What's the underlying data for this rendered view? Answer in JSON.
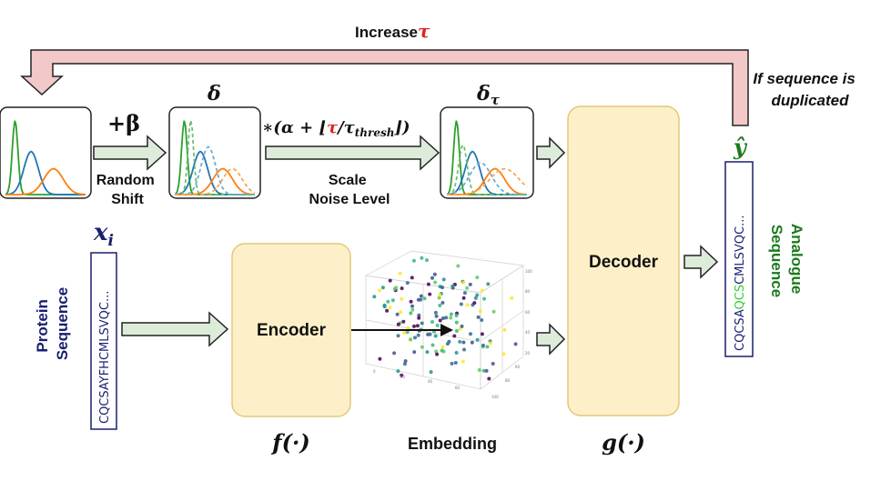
{
  "feedback": {
    "increase_label": "Increase",
    "tau_symbol": "τ",
    "condition_line1": "If sequence is",
    "condition_line2": "duplicated"
  },
  "noise": {
    "plus_beta": "+β",
    "random_shift_line1": "Random",
    "random_shift_line2": "Shift",
    "delta": "δ",
    "delta_tau_main": "δ",
    "delta_tau_sub": "τ",
    "scale_formula_prefix": "∗(α + ⌊",
    "scale_formula_tau": "τ",
    "scale_formula_suffix": "/τ",
    "scale_formula_sub": "thresh",
    "scale_formula_close": "⌋)",
    "scale_line1": "Scale",
    "scale_line2": "Noise Level"
  },
  "input": {
    "x_main": "x",
    "x_sub": "i",
    "sequence": "CQCSAYFHCMLSVQC...",
    "label_line1": "Protein",
    "label_line2": "Sequence"
  },
  "encoder": {
    "label": "Encoder",
    "func": "f(·)"
  },
  "embedding": {
    "label": "Embedding"
  },
  "decoder": {
    "label": "Decoder",
    "func": "g(·)"
  },
  "output": {
    "y_hat": "ŷ",
    "seq_prefix": "CQCSA",
    "seq_highlight": "QCS",
    "seq_suffix": "CMLSVQC...",
    "label_line1": "Analogue",
    "label_line2": "Sequence"
  },
  "colors": {
    "arrow_fill": "#dcecd8",
    "feedback_fill": "#f2c8c8",
    "block_fill": "#fdf0c8",
    "block_stroke": "#e3c77a",
    "tau_red": "#e02020",
    "green_text": "#1e7a1e",
    "highlight_green": "#33cc33",
    "navy": "#1a1f6e"
  }
}
